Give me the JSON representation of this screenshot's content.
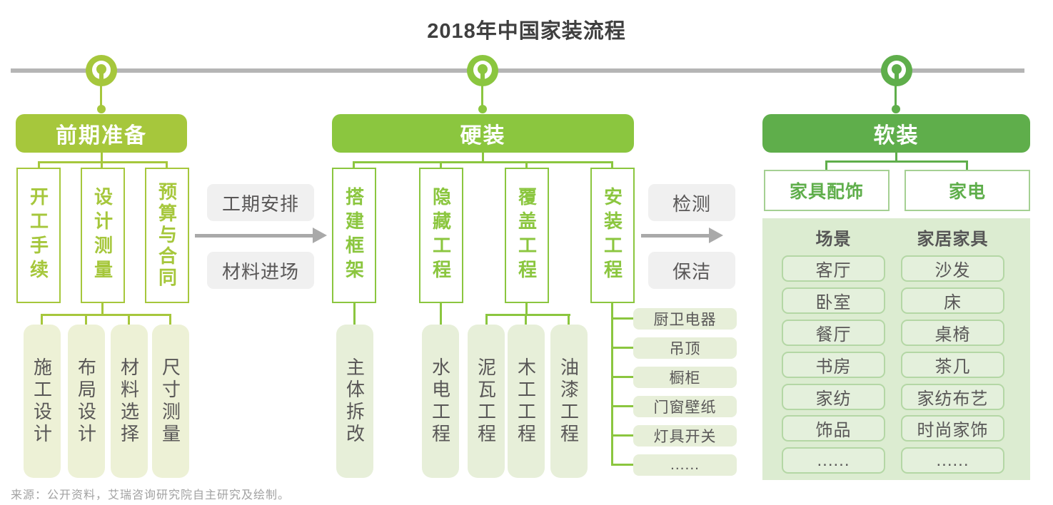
{
  "page_title": "2018年中国家装流程",
  "source_note": "来源：公开资料，艾瑞咨询研究院自主研究及绘制。",
  "colors": {
    "stage1_accent": "#a6c73c",
    "stage2_accent": "#8bc63f",
    "stage3_accent": "#5fae4b",
    "pale_box_stage1": "#edf1d6",
    "pale_box_stage2": "#e7efd9",
    "soft_panel": "#dcecd1",
    "soft_item_border": "#b4d7a5",
    "gray_box": "#f0f0f0",
    "dark_text": "#595757",
    "arrow_gray": "#a9a9a9",
    "timeline_gray": "#b5b5b5"
  },
  "stage1": {
    "title": "前期准备",
    "steps": [
      "开工手续",
      "设计测量",
      "预算与合同"
    ],
    "substeps": [
      "施工设计",
      "布局设计",
      "材料选择",
      "尺寸测量"
    ]
  },
  "flow1": {
    "top": "工期安排",
    "bottom": "材料进场"
  },
  "stage2": {
    "title": "硬装",
    "steps": [
      "搭建框架",
      "隐藏工程",
      "覆盖工程",
      "安装工程"
    ],
    "frame_sub": "主体拆改",
    "hidden_sub": "水电工程",
    "cover_subs": [
      "泥瓦工程",
      "木工工程",
      "油漆工程"
    ],
    "install_subs": [
      "厨卫电器",
      "吊顶",
      "橱柜",
      "门窗壁纸",
      "灯具开关",
      "......"
    ]
  },
  "flow2": {
    "top": "检测",
    "bottom": "保洁"
  },
  "stage3": {
    "title": "软装",
    "categories": [
      "家具配饰",
      "家电"
    ],
    "columns": [
      {
        "header": "场景",
        "items": [
          "客厅",
          "卧室",
          "餐厅",
          "书房",
          "家纺",
          "饰品",
          "......"
        ]
      },
      {
        "header": "家居家具",
        "items": [
          "沙发",
          "床",
          "桌椅",
          "茶几",
          "家纺布艺",
          "时尚家饰",
          "......"
        ]
      }
    ]
  }
}
